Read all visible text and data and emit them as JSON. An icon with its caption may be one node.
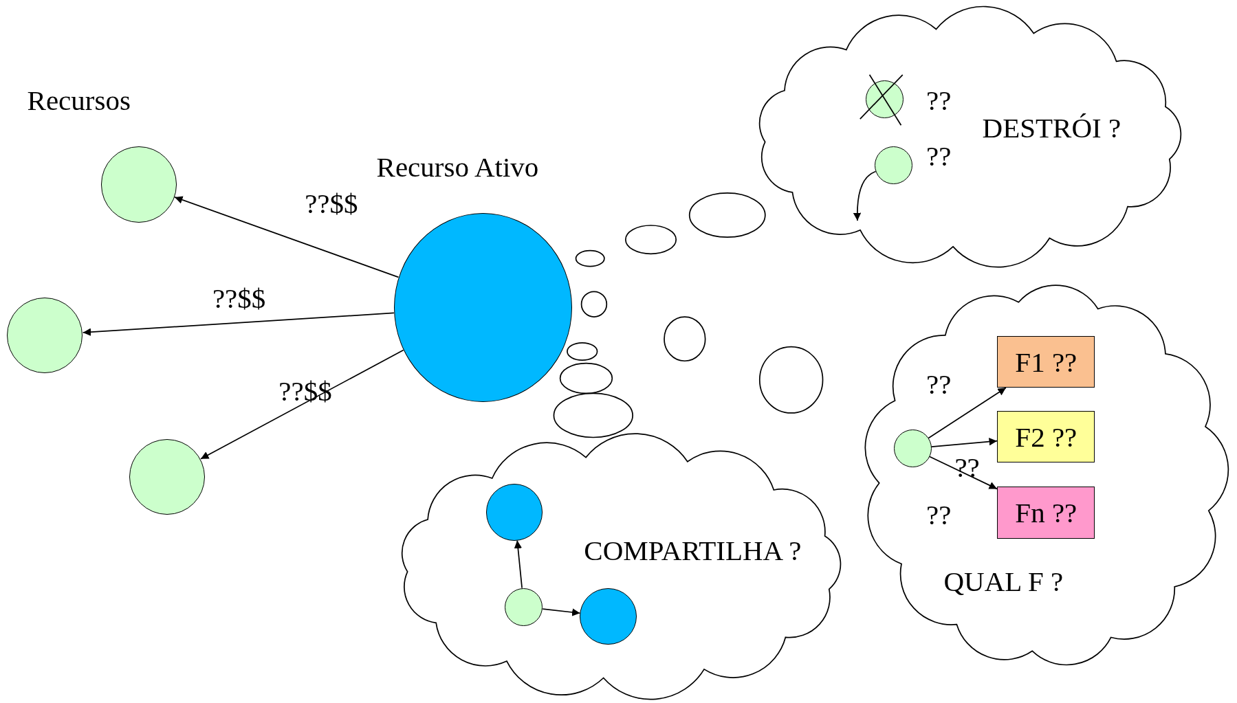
{
  "diagram": {
    "nodes": [
      {
        "text": [
          "Recurso Ativo"
        ]
      },
      {
        "text": [],
        "shape": "circle"
      },
      {
        "text": [],
        "shape": "circle"
      },
      {
        "text": [],
        "shape": "circle"
      },
      {
        "text": [
          "DESTRÓI ?"
        ]
      },
      {
        "text": [],
        "shape": "circle",
        "in": 4,
        "beside": [
          "??"
        ]
      },
      {
        "text": [],
        "shape": "circle",
        "in": 4,
        "beside": [
          "??"
        ]
      },
      {
        "text": [
          "COMPARTILHA ?"
        ]
      },
      {
        "text": [],
        "shape": "circle",
        "in": 7
      },
      {
        "text": [],
        "shape": "circle",
        "in": 7
      },
      {
        "text": [],
        "shape": "circle",
        "in": 7
      },
      {
        "text": [
          "QUAL F ?"
        ]
      },
      {
        "text": [],
        "shape": "circle",
        "in": 11
      },
      {
        "text": [
          "F1 ??"
        ],
        "in": 11
      },
      {
        "text": [
          "F2 ??"
        ],
        "in": 11
      },
      {
        "text": [
          "Fn ??"
        ],
        "in": 11
      }
    ],
    "edges": [
      {
        "from": 0,
        "to": 1,
        "arrow": "to",
        "label": "??$$"
      },
      {
        "from": 0,
        "to": 2,
        "arrow": "to",
        "label": "??$$"
      },
      {
        "from": 0,
        "to": 3,
        "arrow": "to",
        "label": "??$$"
      },
      {
        "from": 6,
        "to": null,
        "arrow": "to"
      },
      {
        "from": 9,
        "to": 8,
        "arrow": "to"
      },
      {
        "from": 9,
        "to": 10,
        "arrow": "to"
      },
      {
        "from": 12,
        "to": 13,
        "arrow": "to",
        "label": "??"
      },
      {
        "from": 12,
        "to": 14,
        "arrow": "to",
        "label": "??"
      },
      {
        "from": 12,
        "to": 15,
        "arrow": "to",
        "label": "??"
      }
    ],
    "labels": [
      "Recursos"
    ]
  }
}
